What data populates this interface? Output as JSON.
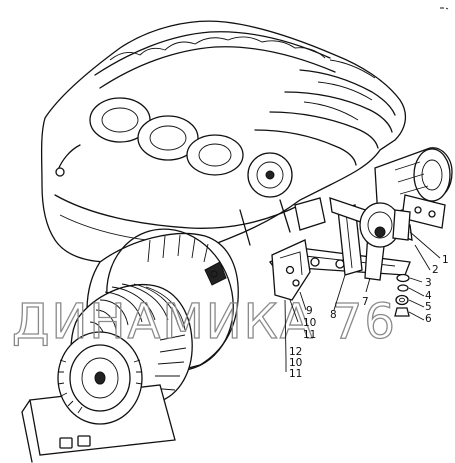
{
  "watermark": "ДИНАМИКА 76",
  "callouts": {
    "c1": "1",
    "c2": "2",
    "c3": "3",
    "c4": "4",
    "c5": "5",
    "c6": "6",
    "c7": "7",
    "c8": "8",
    "c9": "9",
    "c10a": "10",
    "c11a": "11",
    "c12": "12",
    "c10b": "10",
    "c11b": "11"
  }
}
